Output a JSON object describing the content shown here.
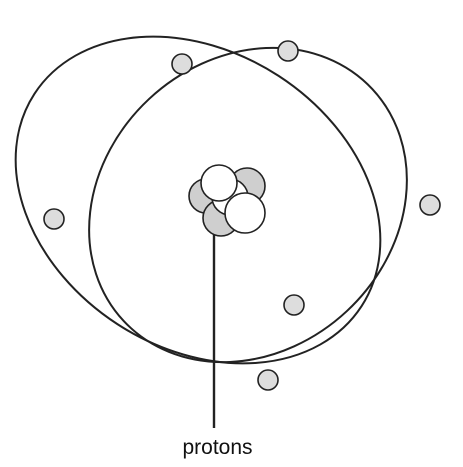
{
  "diagram": {
    "label": "protons",
    "colors": {
      "line": "#222222",
      "electron_fill": "#dddddd",
      "proton_fill": "#ffffff",
      "neutron_fill": "#cfcfcf",
      "background": "#ffffff"
    },
    "orbits": [
      {
        "name": "orbit-tilted-left"
      },
      {
        "name": "orbit-tilted-right"
      }
    ],
    "electrons": [
      {
        "name": "electron"
      },
      {
        "name": "electron"
      },
      {
        "name": "electron"
      },
      {
        "name": "electron"
      },
      {
        "name": "electron"
      },
      {
        "name": "electron"
      }
    ],
    "nucleus": {
      "proton_count": 3,
      "neutron_count": 3
    }
  }
}
